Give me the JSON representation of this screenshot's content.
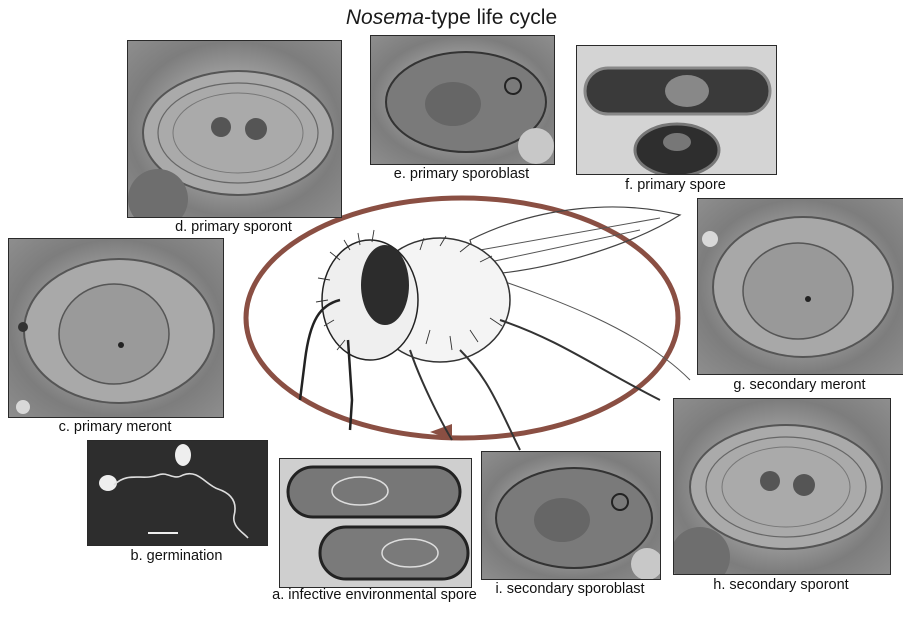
{
  "title": {
    "italic": "Nosema",
    "rest": "-type life cycle"
  },
  "stages": {
    "a": "a. infective environmental spore",
    "b": "b. germination",
    "c": "c. primary meront",
    "d": "d. primary sporont",
    "e": "e. primary sporoblast",
    "f": "f. primary spore",
    "g": "g. secondary meront",
    "h": "h. secondary sporont",
    "i": "i. secondary sporoblast"
  },
  "colors": {
    "cycle_ring": "#8a4f43",
    "outline": "#2a2a2a"
  },
  "icons": {
    "center": "honeybee-illustration",
    "arrow": "cycle-arrow-icon"
  }
}
